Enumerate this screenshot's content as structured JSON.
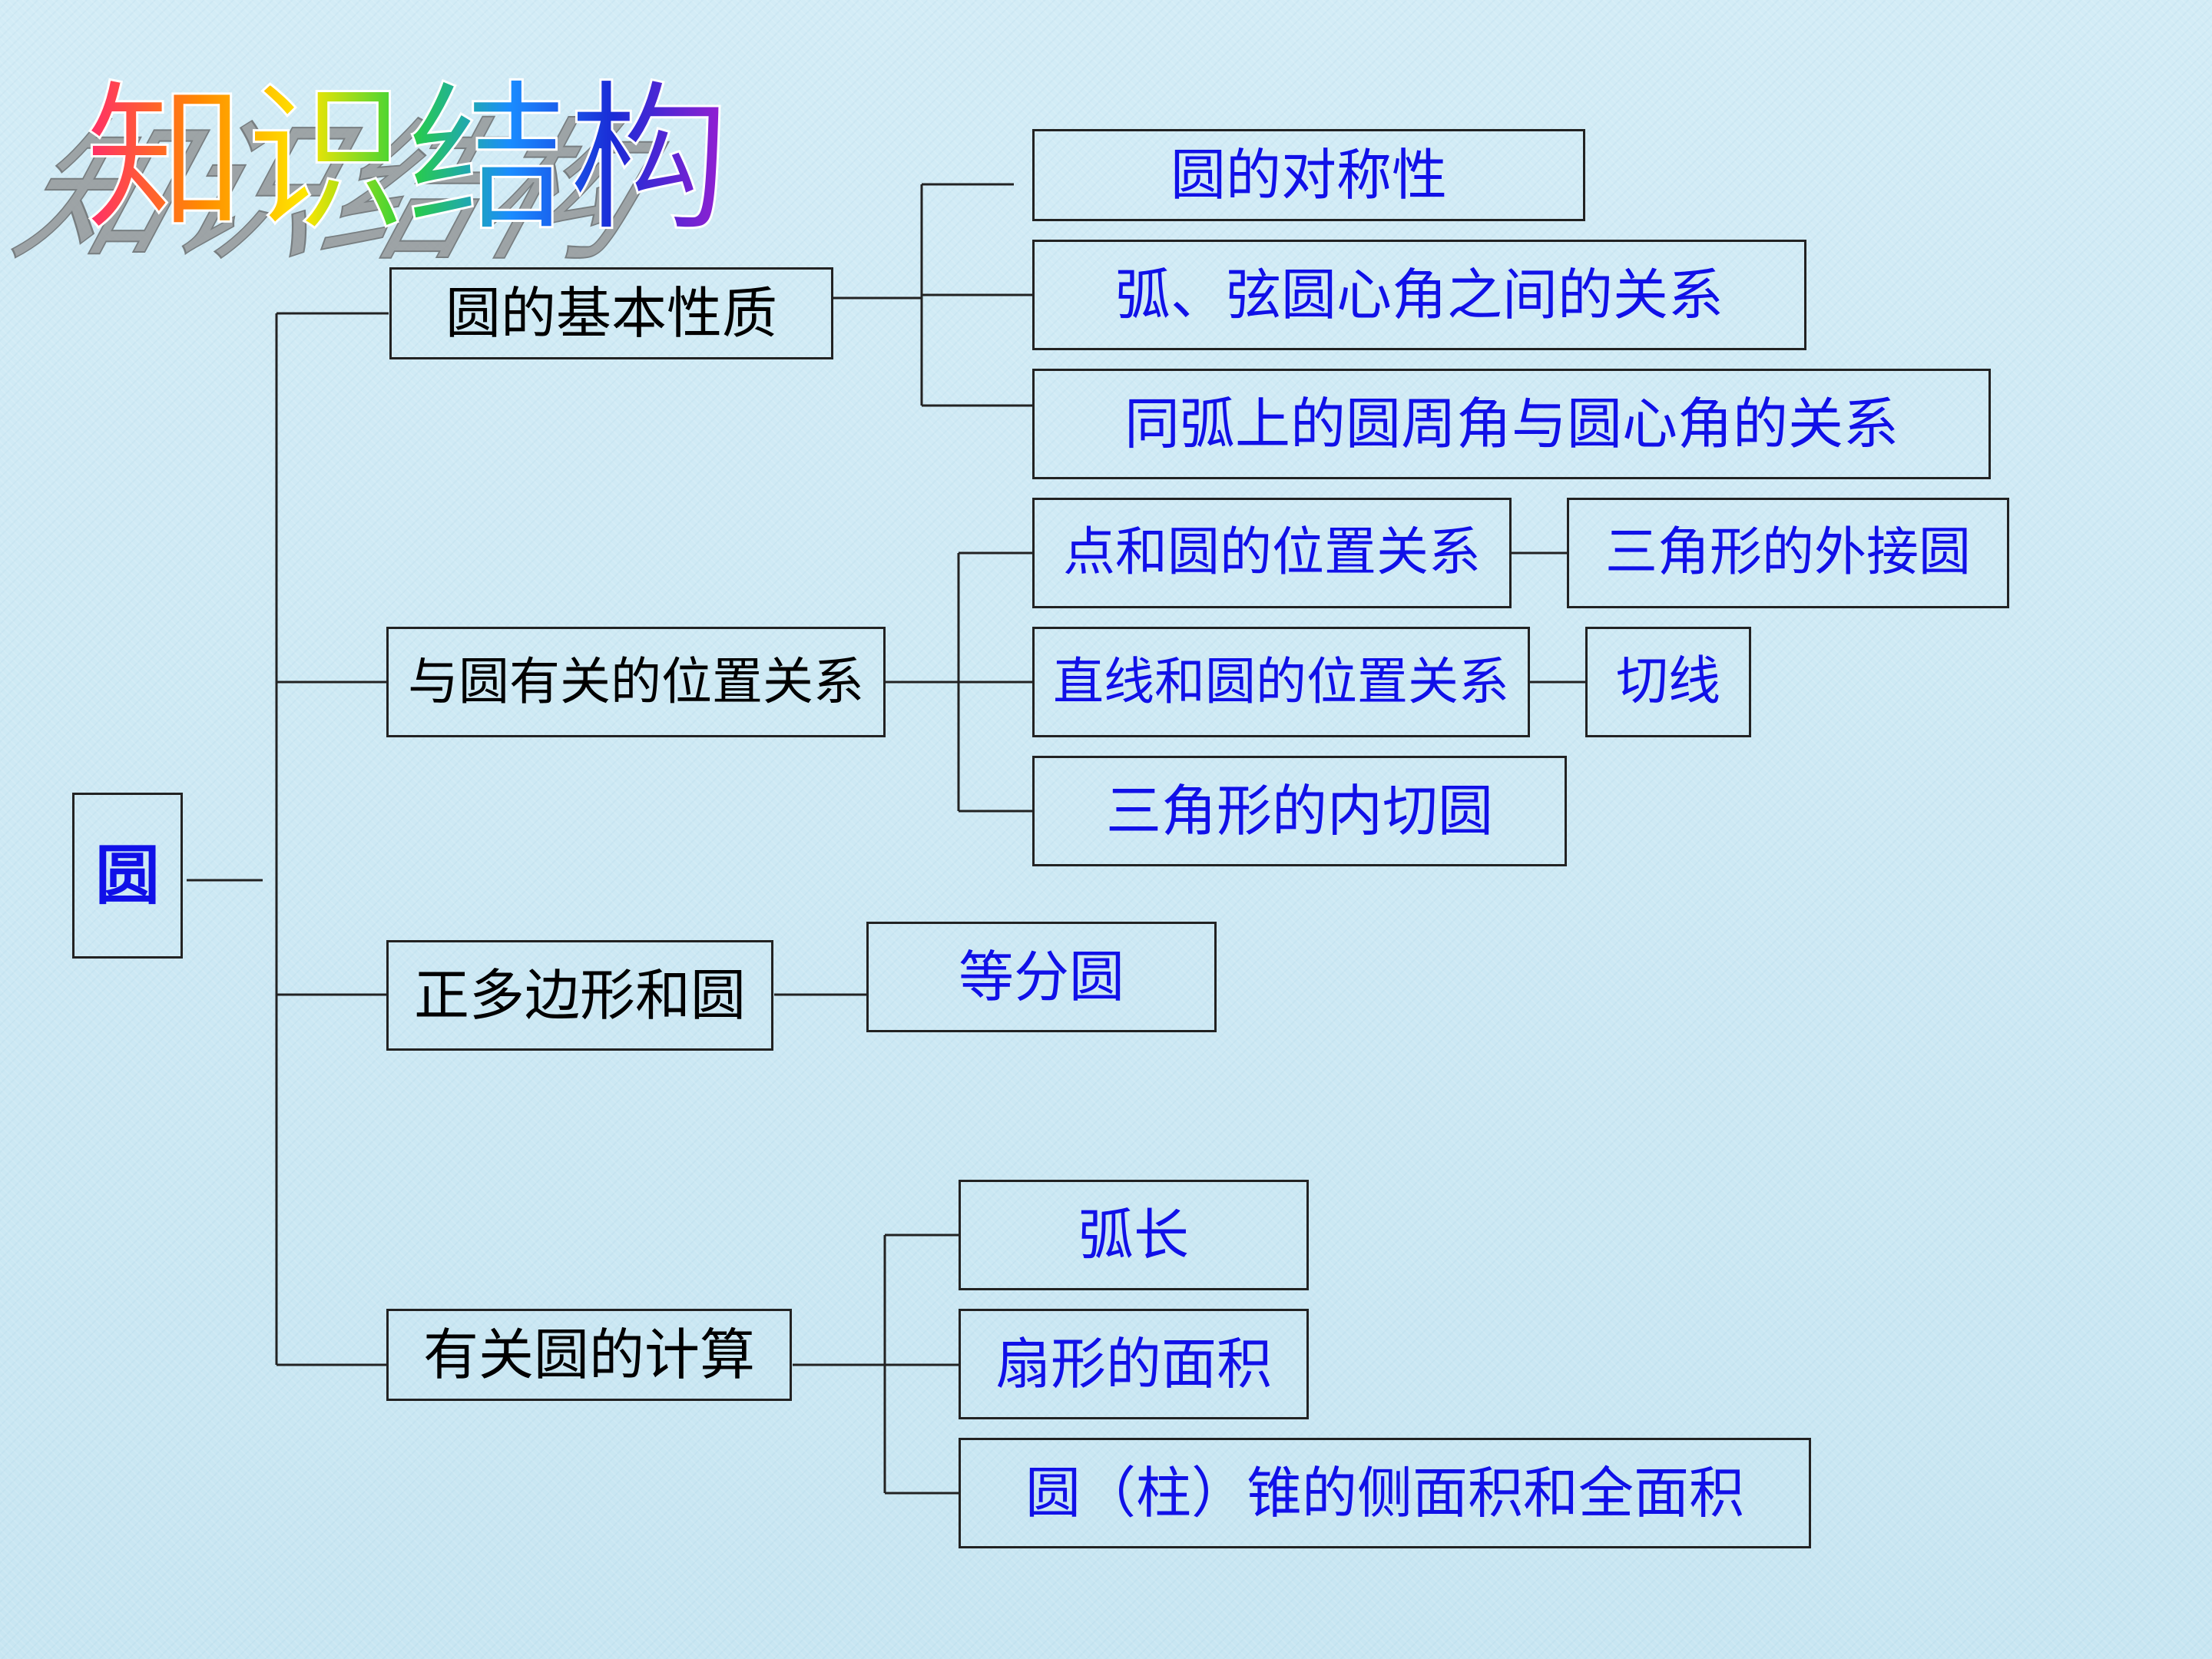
{
  "title": "知识结构",
  "colors": {
    "root_text": "#1010e8",
    "branch_text": "#000000",
    "leaf_text": "#1010e8",
    "line": "#222222",
    "title_gradient": [
      "#ff2a6d",
      "#ff8a00",
      "#ffe600",
      "#29d13b",
      "#1a8cff",
      "#1a2bd6",
      "#9b1fd1"
    ]
  },
  "root": {
    "label": "圆"
  },
  "branches": [
    {
      "label": "圆的基本性质",
      "children": [
        {
          "label": "圆的对称性"
        },
        {
          "label": "弧、弦圆心角之间的关系"
        },
        {
          "label": "同弧上的圆周角与圆心角的关系"
        }
      ]
    },
    {
      "label": "与圆有关的位置关系",
      "children": [
        {
          "label": "点和圆的位置关系",
          "sub": "三角形的外接圆"
        },
        {
          "label": "直线和圆的位置关系",
          "sub": "切线"
        },
        {
          "label": "三角形的内切圆"
        }
      ]
    },
    {
      "label": "正多边形和圆",
      "children": [
        {
          "label": "等分圆"
        }
      ]
    },
    {
      "label": "有关圆的计算",
      "children": [
        {
          "label": "弧长"
        },
        {
          "label": "扇形的面积"
        },
        {
          "label": "圆（柱）锥的侧面积和全面积"
        }
      ]
    }
  ]
}
